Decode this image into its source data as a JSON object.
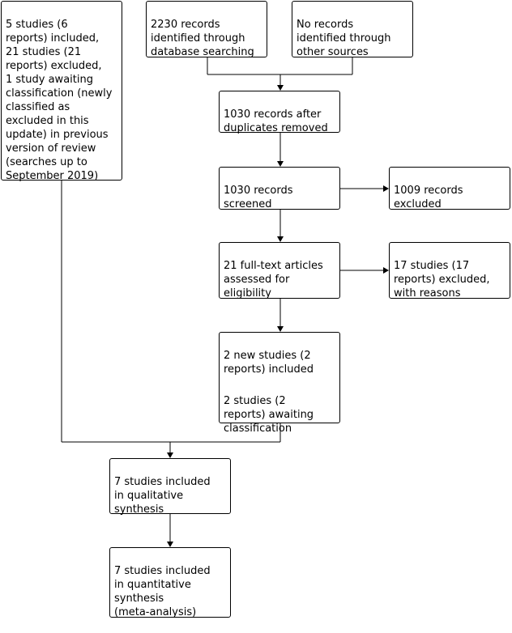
{
  "flow": {
    "previous_review": "5 studies (6\nreports) included,\n21 studies (21\nreports) excluded,\n1 study awaiting\nclassification (newly\nclassified as\nexcluded in this\nupdate) in previous\nversion of review\n(searches up to\nSeptember 2019)",
    "database_records": "2230 records\nidentified through\ndatabase searching",
    "other_sources": "No records\nidentified through\nother sources",
    "after_duplicates": "1030 records after\nduplicates removed",
    "screened": "1030 records\nscreened",
    "excluded_records": "1009 records\nexcluded",
    "full_text_assessed": "21 full-text articles\nassessed for\neligibility",
    "full_text_excluded": "17 studies (17\nreports) excluded,\nwith reasons",
    "new_included": "2 new studies (2\nreports) included",
    "awaiting_classification": "2 studies (2\nreports) awaiting\nclassification",
    "qualitative": "7 studies included\nin qualitative\nsynthesis",
    "quantitative": "7 studies included\nin quantitative\nsynthesis\n(meta-analysis)"
  },
  "colors": {
    "line": "#000000",
    "box_border": "#000000",
    "background": "#ffffff"
  }
}
